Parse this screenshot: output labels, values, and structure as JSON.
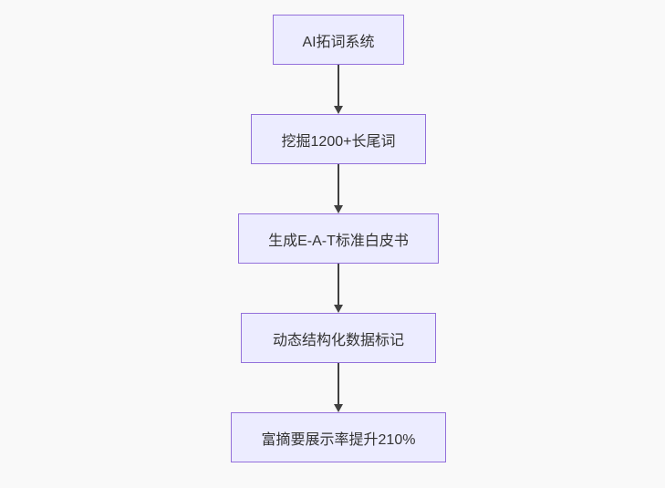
{
  "diagram": {
    "type": "flowchart-top-down",
    "nodes": [
      {
        "id": "step-1",
        "label": "AI拓词系统"
      },
      {
        "id": "step-2",
        "label": "挖掘1200+长尾词"
      },
      {
        "id": "step-3",
        "label": "生成E-A-T标准白皮书"
      },
      {
        "id": "step-4",
        "label": "动态结构化数据标记"
      },
      {
        "id": "step-5",
        "label": "富摘要展示率提升210%"
      }
    ],
    "edges": [
      {
        "from": "step-1",
        "to": "step-2"
      },
      {
        "from": "step-2",
        "to": "step-3"
      },
      {
        "from": "step-3",
        "to": "step-4"
      },
      {
        "from": "step-4",
        "to": "step-5"
      }
    ],
    "colors": {
      "background": "#f9f9f9",
      "node_fill": "#ECECFF",
      "node_border": "#9370DB",
      "arrow": "#404040",
      "text": "#333333"
    }
  }
}
